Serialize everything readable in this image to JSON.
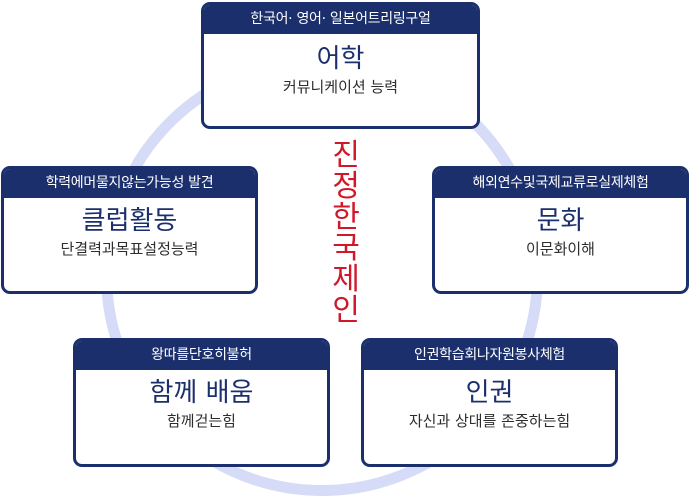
{
  "center_slogan": "진정한국제인",
  "cards": {
    "top": {
      "header": "한국어· 영어· 일본어트리링구얼",
      "title": "어학",
      "description": "커뮤니케이션 능력"
    },
    "left": {
      "header": "학력에머물지않는가능성 발견",
      "title": "클럽활동",
      "description": "단결력과목표설정능력"
    },
    "right": {
      "header": "해외연수및국제교류로실제체험",
      "title": "문화",
      "description": "이문화이해"
    },
    "bottom_left": {
      "header": "왕따를단호히불허",
      "title": "함께 배움",
      "description": "함께걷는힘"
    },
    "bottom_right": {
      "header": "인권학습회나자원봉사체험",
      "title": "인권",
      "description": "자신과 상대를 존중하는힘"
    }
  },
  "colors": {
    "navy": "#1b2f6d",
    "ring": "#d6dcf7",
    "slogan_red": "#d1182a"
  }
}
